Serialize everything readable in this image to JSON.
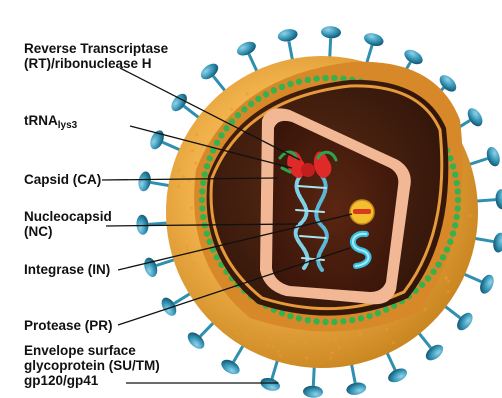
{
  "labels": {
    "rt_line1": "Reverse Transcriptase",
    "rt_line2": "(RT)/ribonuclease H",
    "trna_main": "tRNA",
    "trna_sub": "lys3",
    "capsid": "Capsid (CA)",
    "nc_line1": "Nucleocapsid",
    "nc_line2": "(NC)",
    "integrase": "Integrase (IN)",
    "protease": "Protease (PR)",
    "env_line1": "Envelope surface",
    "env_line2": "glycoprotein (SU/TM)",
    "env_line3": "gp120/gp41"
  },
  "colors": {
    "envelope_outer": "#e8a63c",
    "envelope_inner": "#c97a17",
    "matrix_green": "#2ea64b",
    "interior_dark": "#3a1a0e",
    "capsid_pink": "#f0b38f",
    "spike_teal": "#2f8fb0",
    "leader_line": "#111111"
  }
}
